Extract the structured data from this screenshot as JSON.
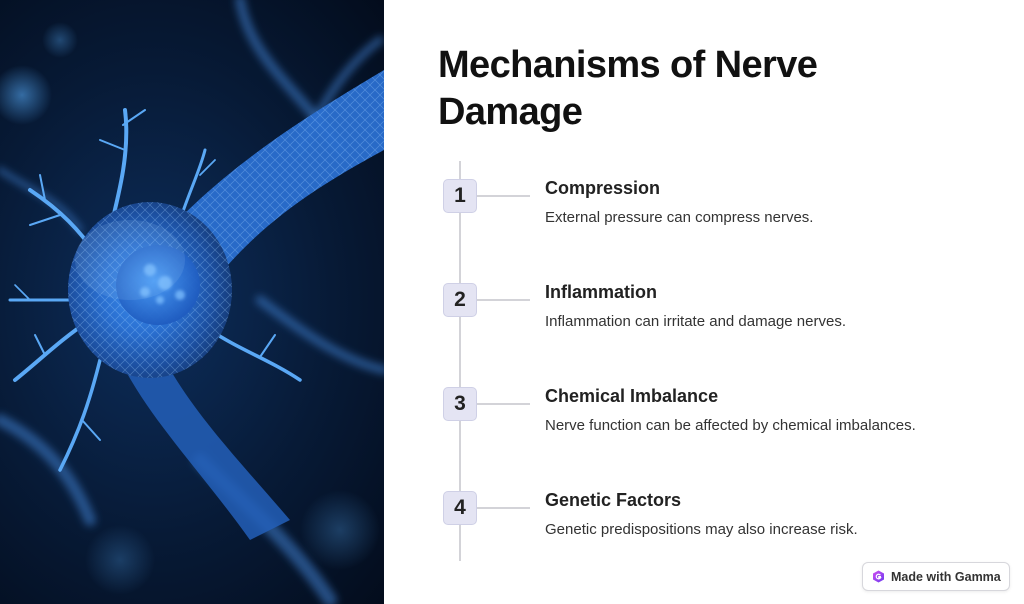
{
  "slide": {
    "title": "Mechanisms of Nerve Damage",
    "hero_image": "nerve-cell-illustration"
  },
  "steps": [
    {
      "number": "1",
      "title": "Compression",
      "description": "External pressure can compress nerves."
    },
    {
      "number": "2",
      "title": "Inflammation",
      "description": "Inflammation can irritate and damage nerves."
    },
    {
      "number": "3",
      "title": "Chemical Imbalance",
      "description": "Nerve function can be affected by chemical imbalances."
    },
    {
      "number": "4",
      "title": "Genetic Factors",
      "description": "Genetic predispositions may also increase risk."
    }
  ],
  "badge": {
    "label": "Made with Gamma",
    "icon": "gamma-logo-icon"
  },
  "colors": {
    "step_badge_bg": "#e4e4f3",
    "timeline": "#d3d3d8",
    "title_text": "#111111",
    "hero_glow": "#3a8ee0"
  }
}
